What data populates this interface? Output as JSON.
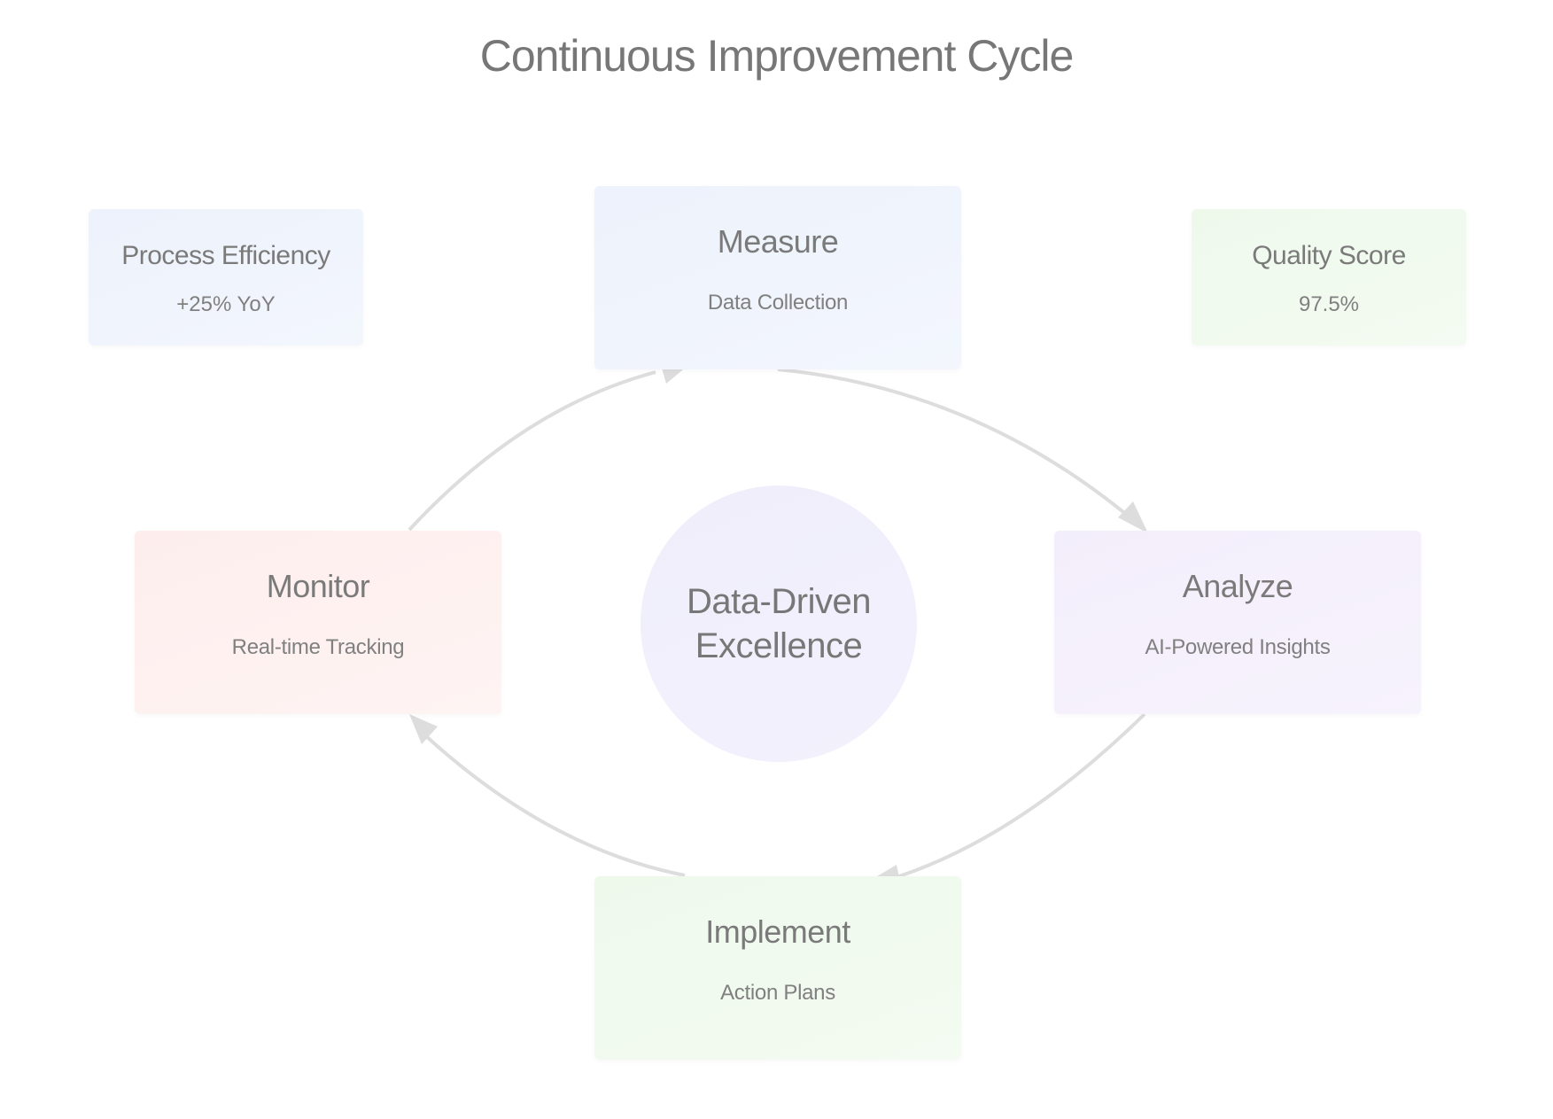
{
  "title": "Continuous Improvement Cycle",
  "hub": {
    "line1": "Data-Driven",
    "line2": "Excellence"
  },
  "steps": [
    {
      "name": "Measure",
      "detail": "Data Collection"
    },
    {
      "name": "Analyze",
      "detail": "AI-Powered Insights"
    },
    {
      "name": "Implement",
      "detail": "Action Plans"
    },
    {
      "name": "Monitor",
      "detail": "Real-time Tracking"
    }
  ],
  "metrics": [
    {
      "name": "Process Efficiency",
      "value": "+25% YoY"
    },
    {
      "name": "Quality Score",
      "value": "97.5%"
    }
  ],
  "colors": {
    "measure": "#edf2fc",
    "analyze": "#f3eefb",
    "implement": "#eef9ec",
    "monitor": "#fdeeed",
    "hub": "#efeefb",
    "arrow": "#dddddd",
    "text": "#777777"
  }
}
